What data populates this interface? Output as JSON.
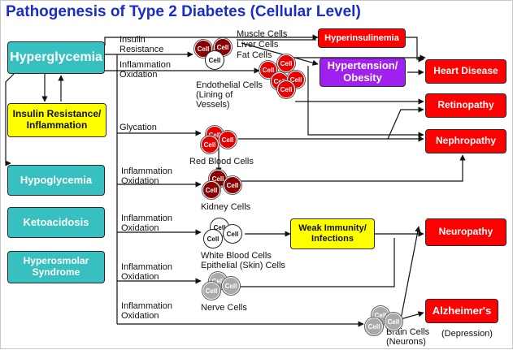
{
  "title": "Pathogenesis of Type 2 Diabetes (Cellular Level)",
  "colors": {
    "title": "#1a2ccc",
    "teal": "#38c0c0",
    "yellow": "#ffff00",
    "red": "#ff0000",
    "purple": "#a020f0"
  },
  "boxes": {
    "hyperglycemia": "Hyperglycemia",
    "insulin_resistance": "Insulin Resistance/ Inflammation",
    "hypoglycemia": "Hypoglycemia",
    "ketoacidosis": "Ketoacidosis",
    "hyperosmolar": "Hyperosmolar Syndrome",
    "hyperinsulinemia": "Hyperinsulinemia",
    "hypertension": "Hypertension/ Obesity",
    "heart_disease": "Heart Disease",
    "retinopathy": "Retinopathy",
    "nephropathy": "Nephropathy",
    "weak_immunity": "Weak Immunity/ Infections",
    "neuropathy": "Neuropathy",
    "alzheimers": "Alzheimer's"
  },
  "labels": {
    "insulin_resistance": "Insulin\nResistance",
    "inflammation_oxidation": "Inflammation\nOxidation",
    "glycation": "Glycation",
    "muscle_cells": "Muscle Cells",
    "liver_cells": "Liver Cells",
    "fat_cells": "Fat Cells",
    "endothelial_cells": "Endothelial Cells\n(Lining of\nVessels)",
    "red_blood_cells": "Red Blood Cells",
    "kidney_cells": "Kidney Cells",
    "white_blood_cells": "White Blood Cells\nEpithelial (Skin) Cells",
    "nerve_cells": "Nerve Cells",
    "brain_cells": "Brain Cells\n(Neurons)",
    "depression": "(Depression)"
  },
  "cell_text": "Cell"
}
